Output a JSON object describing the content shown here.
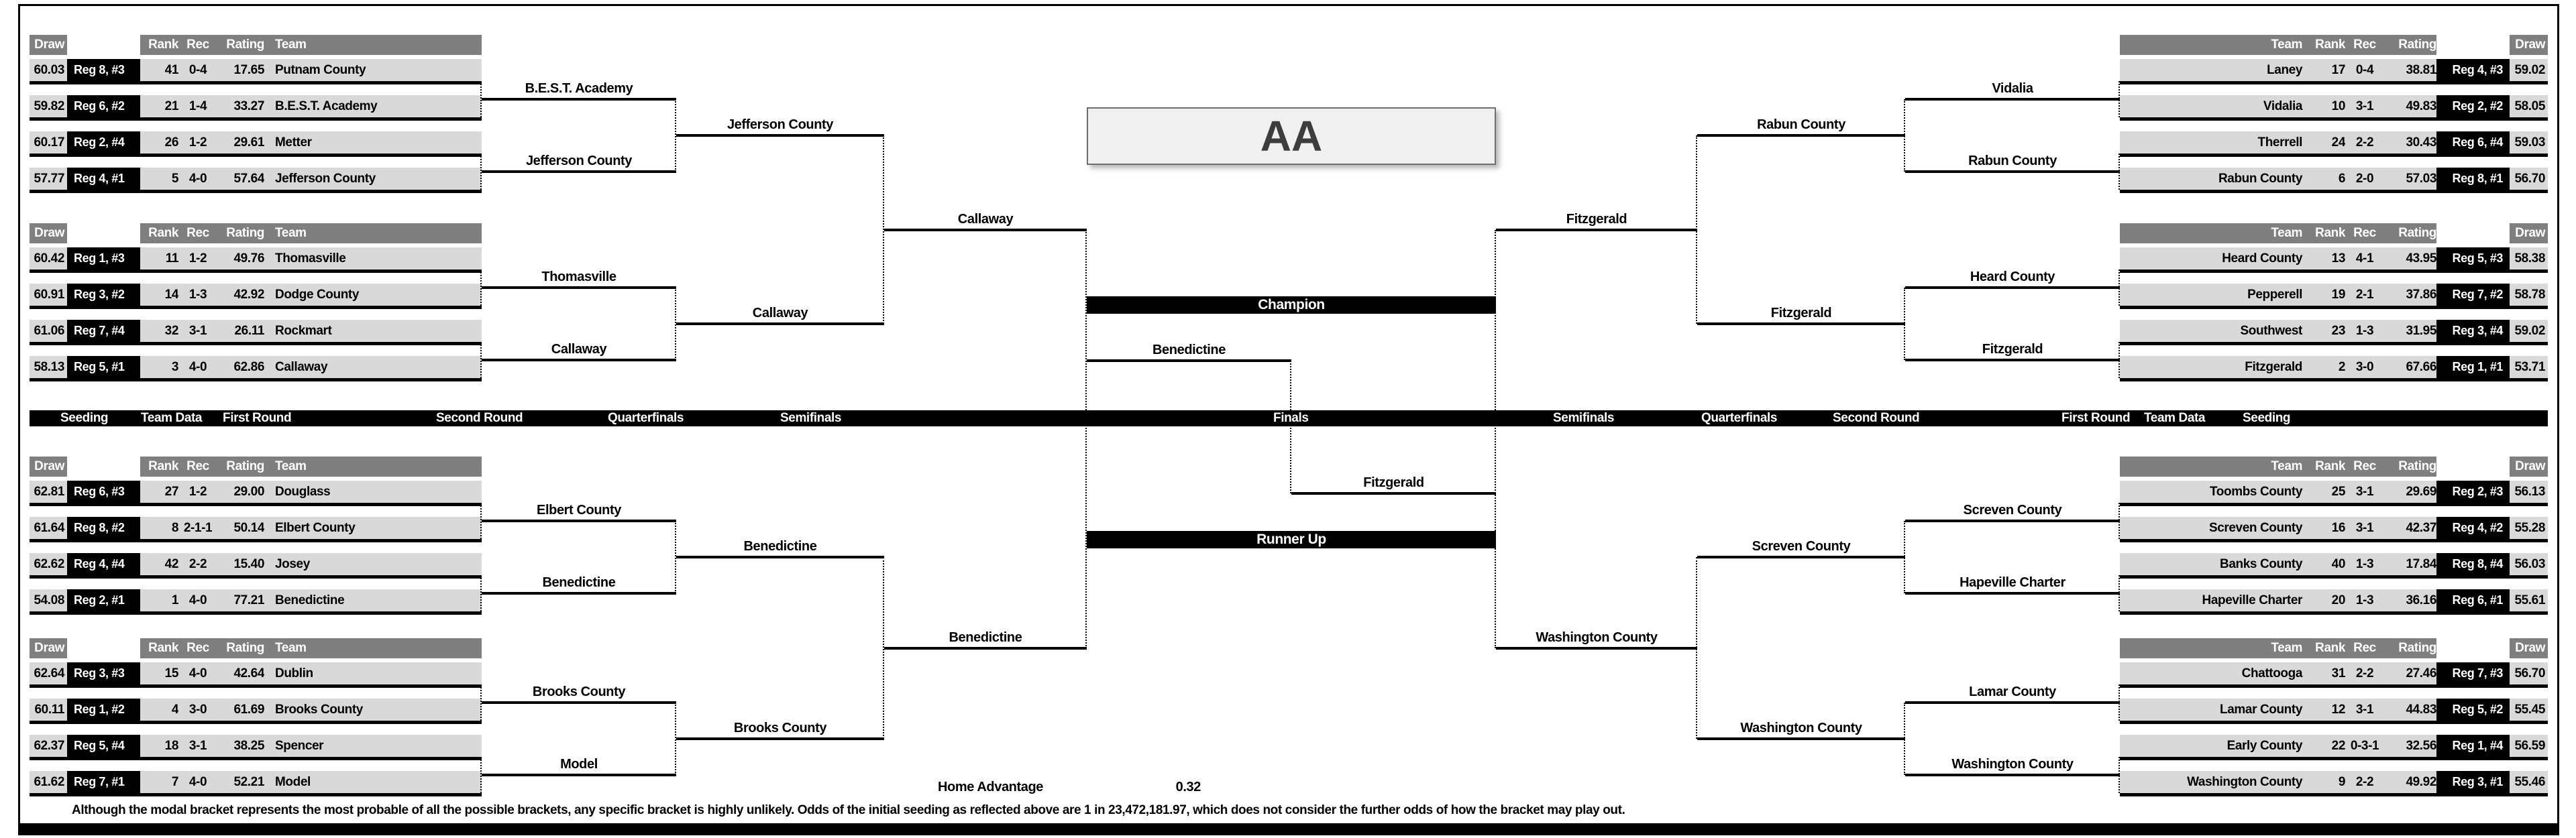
{
  "division": "AA",
  "labels": {
    "champion": "Champion",
    "runner_up": "Runner Up",
    "home_advantage": "Home Advantage",
    "home_advantage_value": "0.32",
    "footnote": "Although the modal bracket represents the most probable of all the possible brackets, any specific bracket is highly unlikely.  Odds of the initial seeding as reflected above are 1 in 23,472,181.97, which does not consider the further odds of how the bracket may play out."
  },
  "round_bar": [
    "Seeding",
    "Team Data",
    "First Round",
    "Second Round",
    "Quarterfinals",
    "Semifinals",
    "Finals",
    "Semifinals",
    "Quarterfinals",
    "Second Round",
    "First Round",
    "Team Data",
    "Seeding"
  ],
  "table_headers": {
    "draw": "Draw",
    "rank": "Rank",
    "rec": "Rec",
    "rating": "Rating",
    "team": "Team"
  },
  "left_groups": [
    {
      "rows": [
        {
          "draw": "60.03",
          "seed": "Reg 8, #3",
          "rank": "41",
          "rec": "0-4",
          "rating": "17.65",
          "team": "Putnam County"
        },
        {
          "draw": "59.82",
          "seed": "Reg 6, #2",
          "rank": "21",
          "rec": "1-4",
          "rating": "33.27",
          "team": "B.E.S.T. Academy"
        },
        {
          "draw": "60.17",
          "seed": "Reg 2, #4",
          "rank": "26",
          "rec": "1-2",
          "rating": "29.61",
          "team": "Metter"
        },
        {
          "draw": "57.77",
          "seed": "Reg 4, #1",
          "rank": "5",
          "rec": "4-0",
          "rating": "57.64",
          "team": "Jefferson County"
        }
      ]
    },
    {
      "rows": [
        {
          "draw": "60.42",
          "seed": "Reg 1, #3",
          "rank": "11",
          "rec": "1-2",
          "rating": "49.76",
          "team": "Thomasville"
        },
        {
          "draw": "60.91",
          "seed": "Reg 3, #2",
          "rank": "14",
          "rec": "1-3",
          "rating": "42.92",
          "team": "Dodge County"
        },
        {
          "draw": "61.06",
          "seed": "Reg 7, #4",
          "rank": "32",
          "rec": "3-1",
          "rating": "26.11",
          "team": "Rockmart"
        },
        {
          "draw": "58.13",
          "seed": "Reg 5, #1",
          "rank": "3",
          "rec": "4-0",
          "rating": "62.86",
          "team": "Callaway"
        }
      ]
    },
    {
      "rows": [
        {
          "draw": "62.81",
          "seed": "Reg 6, #3",
          "rank": "27",
          "rec": "1-2",
          "rating": "29.00",
          "team": "Douglass"
        },
        {
          "draw": "61.64",
          "seed": "Reg 8, #2",
          "rank": "8",
          "rec": "2-1-1",
          "rating": "50.14",
          "team": "Elbert County"
        },
        {
          "draw": "62.62",
          "seed": "Reg 4, #4",
          "rank": "42",
          "rec": "2-2",
          "rating": "15.40",
          "team": "Josey"
        },
        {
          "draw": "54.08",
          "seed": "Reg 2, #1",
          "rank": "1",
          "rec": "4-0",
          "rating": "77.21",
          "team": "Benedictine"
        }
      ]
    },
    {
      "rows": [
        {
          "draw": "62.64",
          "seed": "Reg 3, #3",
          "rank": "15",
          "rec": "4-0",
          "rating": "42.64",
          "team": "Dublin"
        },
        {
          "draw": "60.11",
          "seed": "Reg 1, #2",
          "rank": "4",
          "rec": "3-0",
          "rating": "61.69",
          "team": "Brooks County"
        },
        {
          "draw": "62.37",
          "seed": "Reg 5, #4",
          "rank": "18",
          "rec": "3-1",
          "rating": "38.25",
          "team": "Spencer"
        },
        {
          "draw": "61.62",
          "seed": "Reg 7, #1",
          "rank": "7",
          "rec": "4-0",
          "rating": "52.21",
          "team": "Model"
        }
      ]
    }
  ],
  "right_groups": [
    {
      "rows": [
        {
          "team": "Laney",
          "rank": "17",
          "rec": "0-4",
          "rating": "38.81",
          "seed": "Reg 4, #3",
          "draw": "59.02"
        },
        {
          "team": "Vidalia",
          "rank": "10",
          "rec": "3-1",
          "rating": "49.83",
          "seed": "Reg 2, #2",
          "draw": "58.05"
        },
        {
          "team": "Therrell",
          "rank": "24",
          "rec": "2-2",
          "rating": "30.43",
          "seed": "Reg 6, #4",
          "draw": "59.03"
        },
        {
          "team": "Rabun County",
          "rank": "6",
          "rec": "2-0",
          "rating": "57.03",
          "seed": "Reg 8, #1",
          "draw": "56.70"
        }
      ]
    },
    {
      "rows": [
        {
          "team": "Heard County",
          "rank": "13",
          "rec": "4-1",
          "rating": "43.95",
          "seed": "Reg 5, #3",
          "draw": "58.38"
        },
        {
          "team": "Pepperell",
          "rank": "19",
          "rec": "2-1",
          "rating": "37.86",
          "seed": "Reg 7, #2",
          "draw": "58.78"
        },
        {
          "team": "Southwest",
          "rank": "23",
          "rec": "1-3",
          "rating": "31.95",
          "seed": "Reg 3, #4",
          "draw": "59.02"
        },
        {
          "team": "Fitzgerald",
          "rank": "2",
          "rec": "3-0",
          "rating": "67.66",
          "seed": "Reg 1, #1",
          "draw": "53.71"
        }
      ]
    },
    {
      "rows": [
        {
          "team": "Toombs County",
          "rank": "25",
          "rec": "3-1",
          "rating": "29.69",
          "seed": "Reg 2, #3",
          "draw": "56.13"
        },
        {
          "team": "Screven County",
          "rank": "16",
          "rec": "3-1",
          "rating": "42.37",
          "seed": "Reg 4, #2",
          "draw": "55.28"
        },
        {
          "team": "Banks County",
          "rank": "40",
          "rec": "1-3",
          "rating": "17.84",
          "seed": "Reg 8, #4",
          "draw": "56.03"
        },
        {
          "team": "Hapeville Charter",
          "rank": "20",
          "rec": "1-3",
          "rating": "36.16",
          "seed": "Reg 6, #1",
          "draw": "55.61"
        }
      ]
    },
    {
      "rows": [
        {
          "team": "Chattooga",
          "rank": "31",
          "rec": "2-2",
          "rating": "27.46",
          "seed": "Reg 7, #3",
          "draw": "56.70"
        },
        {
          "team": "Lamar County",
          "rank": "12",
          "rec": "3-1",
          "rating": "44.83",
          "seed": "Reg 5, #2",
          "draw": "55.45"
        },
        {
          "team": "Early County",
          "rank": "22",
          "rec": "0-3-1",
          "rating": "32.56",
          "seed": "Reg 1, #4",
          "draw": "56.59"
        },
        {
          "team": "Washington County",
          "rank": "9",
          "rec": "2-2",
          "rating": "49.92",
          "seed": "Reg 3, #1",
          "draw": "55.46"
        }
      ]
    }
  ],
  "bracket": {
    "left": {
      "first_round": [
        "B.E.S.T. Academy",
        "Jefferson County",
        "Thomasville",
        "Callaway",
        "Elbert County",
        "Benedictine",
        "Brooks County",
        "Model"
      ],
      "second_round": [
        "Jefferson County",
        "Callaway",
        "Benedictine",
        "Brooks County"
      ],
      "quarterfinals": [
        "Callaway",
        "Benedictine"
      ],
      "finalist": "Benedictine"
    },
    "right": {
      "first_round": [
        "Vidalia",
        "Rabun County",
        "Heard County",
        "Fitzgerald",
        "Screven County",
        "Hapeville Charter",
        "Lamar County",
        "Washington County"
      ],
      "second_round": [
        "Rabun County",
        "Fitzgerald",
        "Screven County",
        "Washington County"
      ],
      "quarterfinals": [
        "Fitzgerald",
        "Washington County"
      ],
      "finalist": "Fitzgerald"
    }
  },
  "colors": {
    "header_gray": "#7f7f7f",
    "row_gray": "#d9d9d9",
    "bar_black": "#000000",
    "division_box_bg": "#f0f0f0",
    "text_black": "#000000",
    "white": "#ffffff"
  }
}
